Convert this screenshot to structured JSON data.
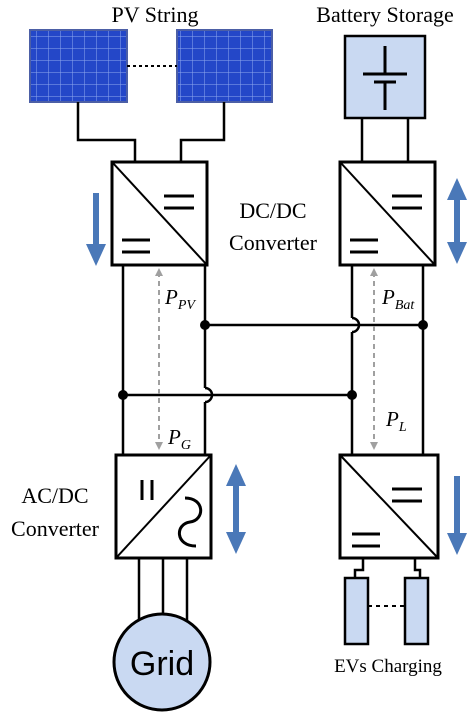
{
  "labels": {
    "pv_string": "PV String",
    "battery_storage": "Battery Storage",
    "dcdc_line1": "DC/DC",
    "dcdc_line2": "Converter",
    "acdc_line1": "AC/DC",
    "acdc_line2": "Converter",
    "grid": "Grid",
    "evs_charging": "EVs Charging"
  },
  "power_flows": {
    "p_pv": {
      "base": "P",
      "sub": "PV"
    },
    "p_bat": {
      "base": "P",
      "sub": "Bat"
    },
    "p_g": {
      "base": "P",
      "sub": "G"
    },
    "p_l": {
      "base": "P",
      "sub": "L"
    }
  },
  "colors": {
    "panel_fill": "#2447c8",
    "panel_grid": "#8fa8ee",
    "storage_fill": "#c9d9f2",
    "arrow_blue": "#4a78b8",
    "flow_dash": "#a0a0a0",
    "line": "#000000"
  },
  "icons": {
    "dcdc": "dc-dc-converter-icon",
    "acdc": "ac-dc-converter-icon",
    "battery": "battery-symbol-icon",
    "solar_panel": "solar-panel-icon"
  }
}
